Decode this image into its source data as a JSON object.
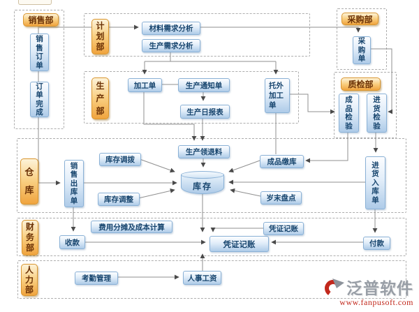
{
  "departments": {
    "sales": "销售部",
    "planning": "计划部",
    "purchasing": "采购部",
    "production": "生产部",
    "quality": "质检部",
    "warehouse": "仓库",
    "finance": "财务部",
    "hr": "人力部"
  },
  "nodes": {
    "sales_order": "销售订单",
    "order_complete": "订单完成",
    "material_req_analysis": "材料需求分析",
    "production_req_analysis": "生产需求分析",
    "purchase_order": "采购单",
    "work_order": "加工单",
    "production_notice": "生产通知单",
    "production_daily_report": "生产日报表",
    "outsource_work_order": "托外加工单",
    "finished_goods_inspection": "成品检验",
    "incoming_inspection": "进货检验",
    "production_material_issue_return": "生产领退料",
    "inventory_transfer": "库存调拨",
    "inventory_adjustment": "库存调整",
    "sales_delivery_note": "销售出库单",
    "inventory": "库存",
    "finished_goods_warehousing": "成品缴库",
    "year_end_stocktake": "岁末盘点",
    "incoming_warehouse_receipt": "进货入库单",
    "receipt": "收款",
    "cost_allocation": "费用分摊及成本计算",
    "voucher_posting": "凭证记账",
    "voucher_posting_2": "凭证记账",
    "payment": "付款",
    "attendance_mgmt": "考勤管理",
    "hr_payroll": "人事工资"
  },
  "logo": {
    "brand": "泛普软件",
    "website": "www.fanpusoft.com"
  },
  "colors": {
    "dept_label_gradient_top": "#fdf3d9",
    "dept_label_gradient_bottom": "#f0a43e",
    "dept_label_text": "#6b3106",
    "node_gradient_top": "#fcfdff",
    "node_gradient_bottom": "#aecbe8",
    "node_border": "#8ab1d6",
    "node_text": "#17456e",
    "connector": "#8f8f8f",
    "dashed_border": "#adadad",
    "logo_red": "#c2281c",
    "logo_gray": "#989ea6"
  }
}
